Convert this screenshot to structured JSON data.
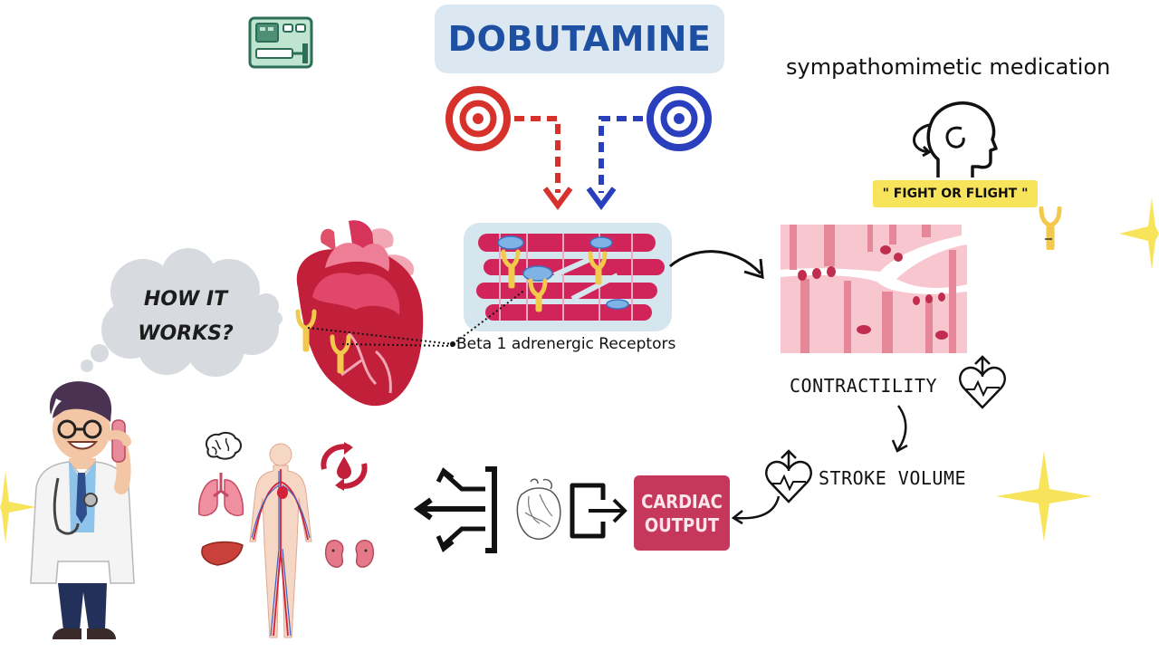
{
  "title": "DOBUTAMINE",
  "subtitle": "sympathomimetic medication",
  "tagline": "\" FIGHT OR FLIGHT \"",
  "thought_bubble": {
    "line1": "HOW IT",
    "line2": "WORKS?"
  },
  "receptor_label": "Beta 1 adrenergic Receptors",
  "contractility_label": "CONTRACTILITY",
  "stroke_volume_label": "STROKE VOLUME",
  "cardiac_output": {
    "line1": "CARDIAC",
    "line2": "OUTPUT"
  },
  "colors": {
    "title_bg": "#dbe7f1",
    "title_text": "#1d4fa3",
    "target_red": "#d6322b",
    "target_blue": "#2a3fbd",
    "heart_red": "#c21f3a",
    "tissue_pink": "#d1245a",
    "receptor_yellow": "#f2c94c",
    "highlight_yellow": "#f8e45a",
    "cardiac_output_bg": "#c5385b"
  },
  "icons": [
    "infusion-pump-icon",
    "target-red-icon",
    "target-blue-icon",
    "heart-illustration",
    "head-profile-icon",
    "heart-arrow-up-icon",
    "brain-icon",
    "lungs-icon",
    "liver-icon",
    "kidneys-icon",
    "blood-cycle-icon",
    "distribution-arrows-icon",
    "heart-outline-icon",
    "output-arrow-icon",
    "doctor-illustration",
    "sparkle-icon"
  ]
}
